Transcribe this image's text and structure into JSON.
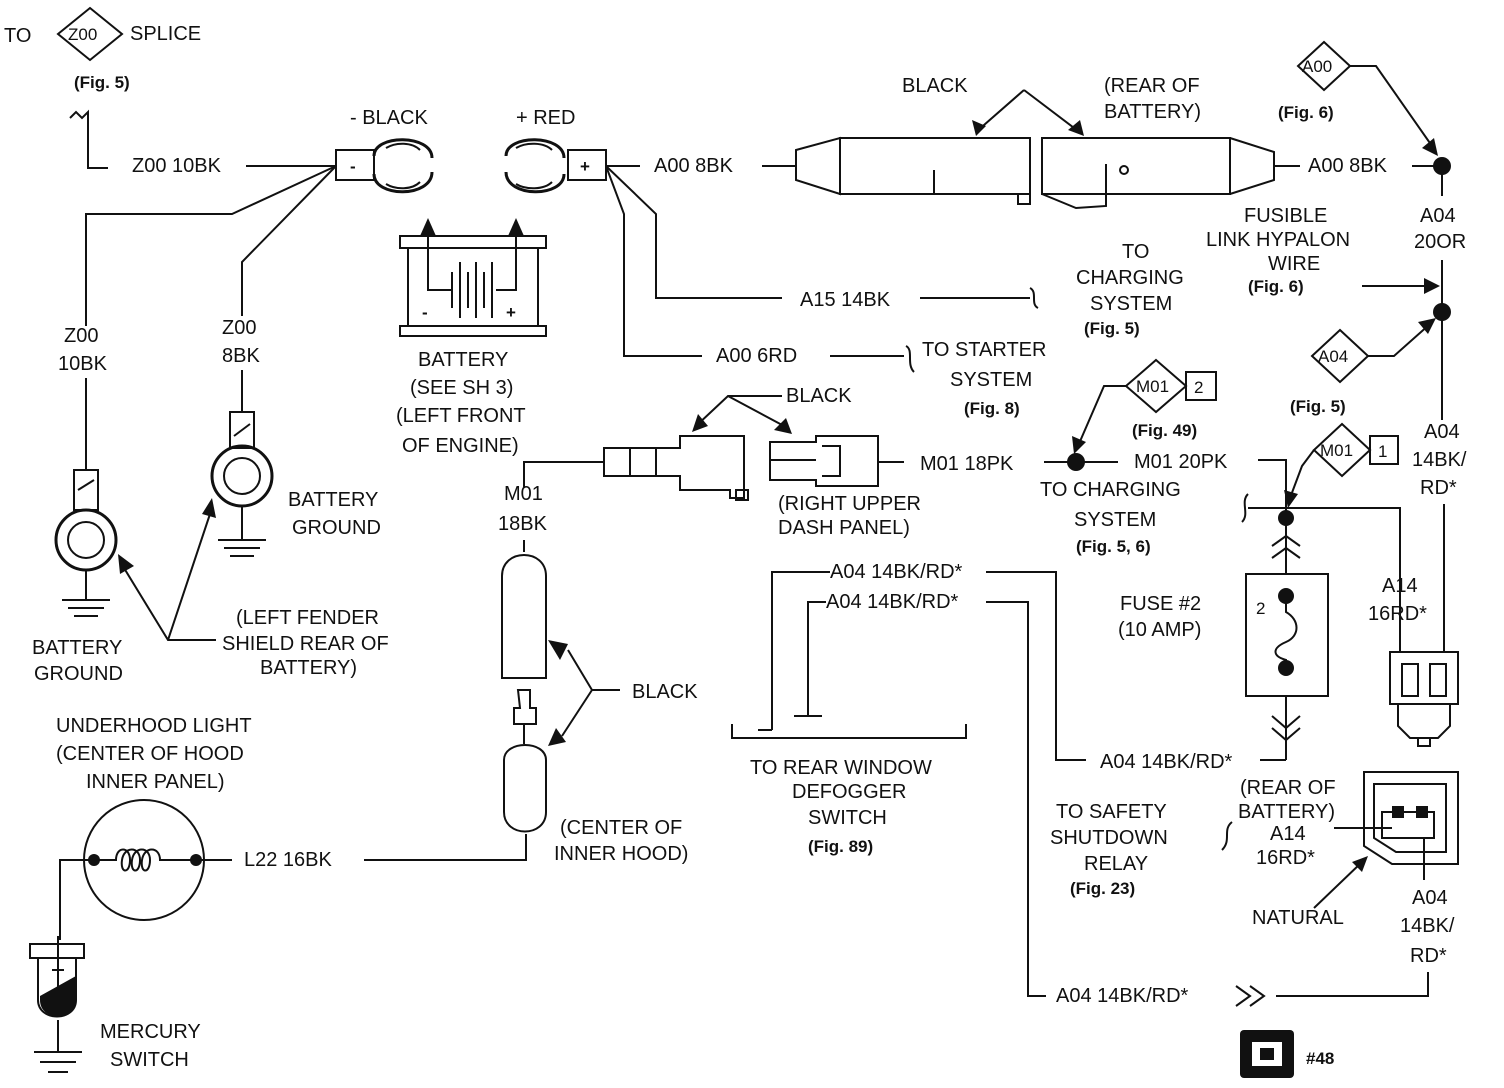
{
  "labels": {
    "to": "TO",
    "splice_code": "Z00",
    "splice": "SPLICE",
    "fig5_top": "(Fig. 5)",
    "z00_10bk": "Z00 10BK",
    "neg_black": "- BLACK",
    "pos_red": "+ RED",
    "a00_8bk_left": "A00 8BK",
    "black_top": "BLACK",
    "rear_battery_1": "(REAR OF",
    "rear_battery_2": "BATTERY)",
    "a00_code": "A00",
    "fig6_a": "(Fig. 6)",
    "a00_8bk_right": "A00 8BK",
    "a04_20or_1": "A04",
    "a04_20or_2": "20OR",
    "fusible_1": "FUSIBLE",
    "fusible_2": "LINK HYPALON",
    "fusible_3": "WIRE",
    "fig6_b": "(Fig. 6)",
    "to_charging_1": "TO",
    "to_charging_2": "CHARGING",
    "to_charging_3": "SYSTEM",
    "fig5_a": "(Fig. 5)",
    "a15_14bk": "A15 14BK",
    "a00_6rd": "A00 6RD",
    "to_starter_1": "TO STARTER",
    "to_starter_2": "SYSTEM",
    "fig8": "(Fig. 8)",
    "a04_code": "A04",
    "fig5_b": "(Fig. 5)",
    "m01_code_a": "M01",
    "m01_num_a": "2",
    "fig49": "(Fig. 49)",
    "m01_code_b": "M01",
    "m01_num_b": "1",
    "z00_10bk_v1": "Z00",
    "z00_10bk_v2": "10BK",
    "z00_8bk_v1": "Z00",
    "z00_8bk_v2": "8BK",
    "battery_1": "BATTERY",
    "battery_2": "(SEE SH 3)",
    "battery_3": "(LEFT FRONT",
    "battery_4": "OF ENGINE)",
    "black_mid": "BLACK",
    "m01_18pk": "M01 18PK",
    "m01_20pk": "M01 20PK",
    "right_dash_1": "(RIGHT UPPER",
    "right_dash_2": "DASH PANEL)",
    "to_charging2_1": "TO CHARGING",
    "to_charging2_2": "SYSTEM",
    "fig56": "(Fig. 5, 6)",
    "a04_14bkrd_r1": "A04",
    "a04_14bkrd_r2": "14BK/",
    "a04_14bkrd_r3": "RD*",
    "battery_ground_r1": "BATTERY",
    "battery_ground_r2": "GROUND",
    "m01_18bk_1": "M01",
    "m01_18bk_2": "18BK",
    "a04_14bkrd_1": "A04 14BK/RD*",
    "a04_14bkrd_2": "A04 14BK/RD*",
    "fuse_1": "FUSE #2",
    "fuse_2": "(10 AMP)",
    "fuse_num": "2",
    "a14_16rd_1": "A14",
    "a14_16rd_2": "16RD*",
    "battery_ground_l1": "BATTERY",
    "battery_ground_l2": "GROUND",
    "left_fender_1": "(LEFT FENDER",
    "left_fender_2": "SHIELD REAR OF",
    "left_fender_3": "BATTERY)",
    "black_low": "BLACK",
    "underhood_1": "UNDERHOOD LIGHT",
    "underhood_2": "(CENTER OF HOOD",
    "underhood_3": "INNER PANEL)",
    "to_rear_1": "TO REAR WINDOW",
    "to_rear_2": "DEFOGGER",
    "to_rear_3": "SWITCH",
    "fig89": "(Fig. 89)",
    "a04_14bkrd_3": "A04 14BK/RD*",
    "rear_battery_b1": "(REAR OF",
    "rear_battery_b2": "BATTERY)",
    "a14_16rd_b1": "A14",
    "a14_16rd_b2": "16RD*",
    "to_safety_1": "TO SAFETY",
    "to_safety_2": "SHUTDOWN",
    "to_safety_3": "RELAY",
    "fig23": "(Fig. 23)",
    "center_inner_1": "(CENTER OF",
    "center_inner_2": "INNER HOOD)",
    "l22_16bk": "L22 16BK",
    "natural": "NATURAL",
    "a04_14bkrd_b1": "A04",
    "a04_14bkrd_b2": "14BK/",
    "a04_14bkrd_b3": "RD*",
    "mercury_1": "MERCURY",
    "mercury_2": "SWITCH",
    "a04_14bkrd_4": "A04 14BK/RD*",
    "page_num": "#48"
  },
  "icons": [
    "splice-diamond-icon",
    "battery-icon",
    "ground-icon",
    "fuse-icon",
    "connector-icon",
    "lamp-icon",
    "mercury-switch-icon",
    "fusible-link-icon",
    "page-badge-icon"
  ]
}
